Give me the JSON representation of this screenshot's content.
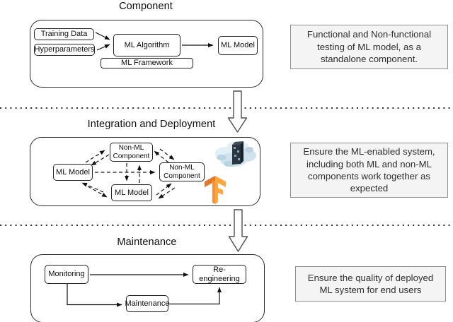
{
  "figure": {
    "type": "workflow-diagram",
    "description_visible": false
  },
  "colors": {
    "note-bg": "#f4f4f4",
    "note-border": "#8f8f8f",
    "note-text": "#2e2e2e",
    "tf-orange-dark": "#e8762d",
    "tf-orange-mid": "#f69238",
    "tf-orange-light": "#ffa63e",
    "cloud-blue-light": "#e2eff7",
    "cloud-blue-mid": "#cfe2ee",
    "cloud-blue-dark": "#b9d3e3",
    "server-front": "#2a3540",
    "server-side": "#16202a",
    "server-top": "#3d4c5a",
    "server-dot": "#7fa5bd"
  },
  "sections": {
    "component": {
      "title": "Component",
      "boxes": {
        "training_data": "Training Data",
        "hyperparameters": "Hyperparameters",
        "ml_algorithm": "ML Algorithm",
        "ml_framework": "ML Framework",
        "ml_model": "ML Model"
      },
      "note": "Functional and Non-functional testing of ML model, as a standalone component."
    },
    "integration": {
      "title": "Integration and Deployment",
      "boxes": {
        "ml_model_left": "ML Model",
        "non_ml_top": "Non-ML Component",
        "non_ml_right": "Non-ML Component",
        "ml_model_bottom": "ML Model"
      },
      "icons": {
        "cloud_server": "cloud-server-icon",
        "tensorflow": "tensorflow-logo"
      },
      "note": "Ensure the ML-enabled system, including both ML and non-ML components work together as expected"
    },
    "maintenance": {
      "title": "Maintenance",
      "boxes": {
        "monitoring": "Monitoring",
        "reengineering": "Re-engineering",
        "maintenance": "Maintenance"
      },
      "note": "Ensure the quality of deployed ML system for end users"
    }
  }
}
